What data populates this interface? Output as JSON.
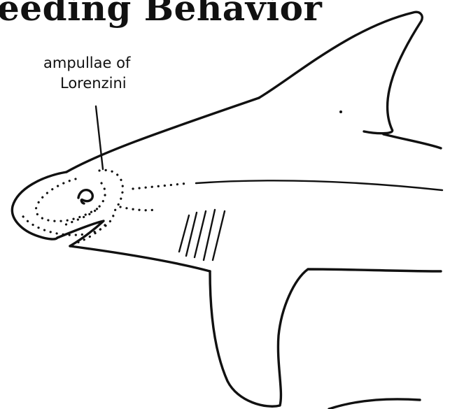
{
  "title": "eeding Behavior",
  "annotation": {
    "line1": "ampullae of",
    "line2": "Lorenzini"
  },
  "colors": {
    "ink": "#111111",
    "background": "#ffffff"
  }
}
